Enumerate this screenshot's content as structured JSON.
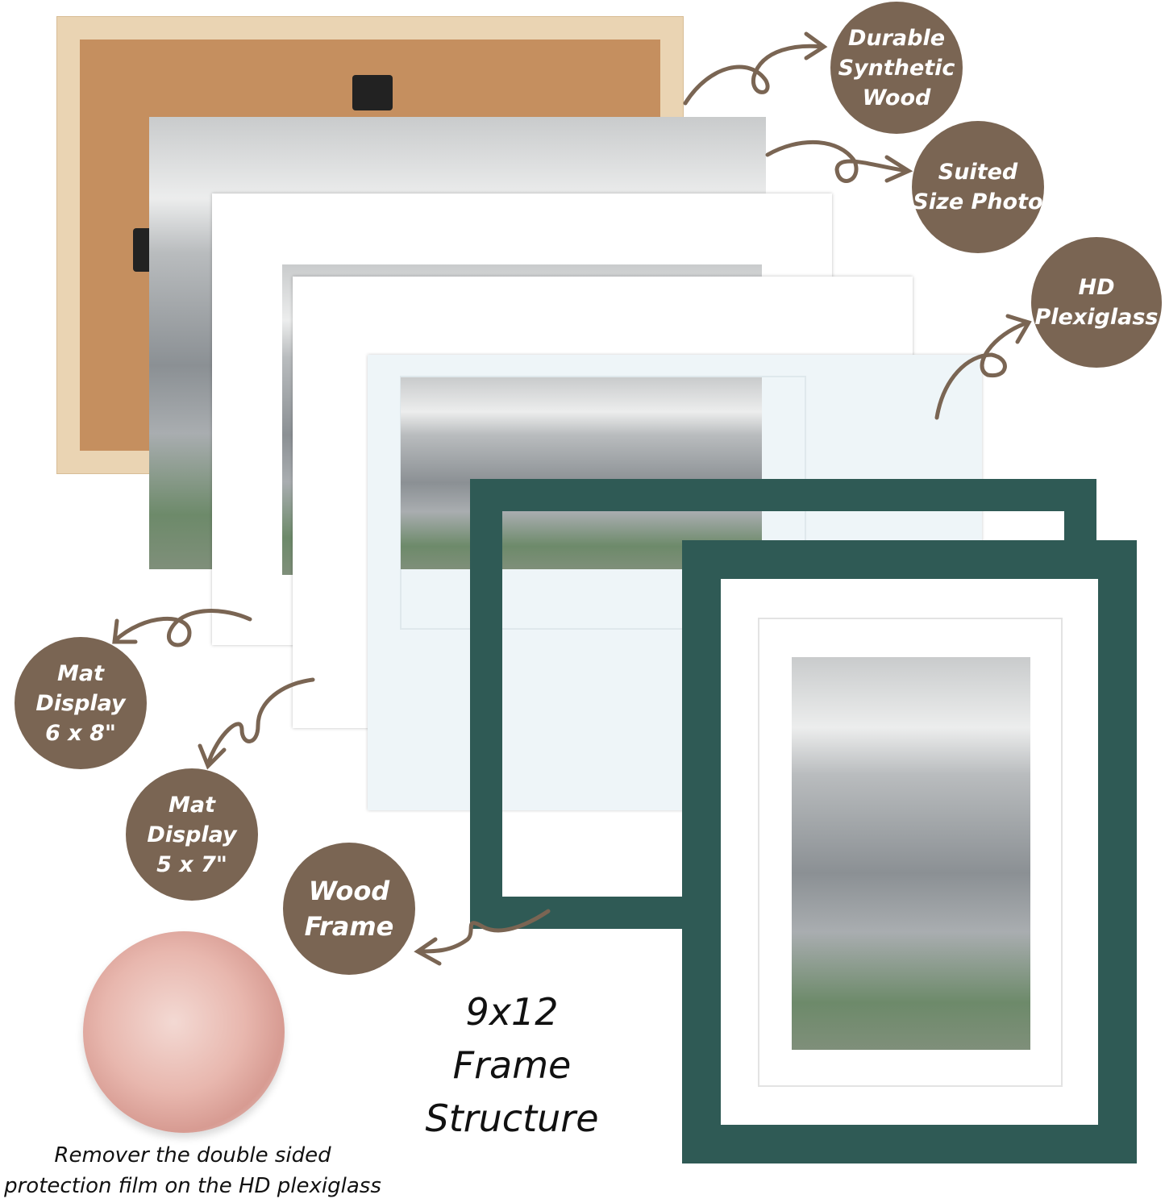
{
  "colors": {
    "badge": "#7a6553",
    "frame": "#2f5a55",
    "backboard_border": "#ead4b3",
    "cork": "#c58f5f",
    "plexiglass": "#eef5f8"
  },
  "layers": [
    {
      "name": "backboard",
      "label": "Durable Synthetic Wood"
    },
    {
      "name": "photo",
      "label": "Suited Size Photo"
    },
    {
      "name": "mat-6x8",
      "label": "Mat Display 6 x 8\""
    },
    {
      "name": "mat-5x7",
      "label": "Mat Display 5 x 7\""
    },
    {
      "name": "plexiglass",
      "label": "HD Plexiglass"
    },
    {
      "name": "wood-frame",
      "label": "Wood Frame"
    }
  ],
  "badges": {
    "durable": [
      "Durable",
      "Synthetic",
      "Wood"
    ],
    "suited": [
      "Suited",
      "Size Photo"
    ],
    "hd": [
      "HD",
      "Plexiglass"
    ],
    "mat68": [
      "Mat",
      "Display",
      "6 x 8\""
    ],
    "mat57": [
      "Mat",
      "Display",
      "5 x 7\""
    ],
    "wood": [
      "Wood",
      "Frame"
    ]
  },
  "title": [
    "9x12",
    "Frame",
    "Structure"
  ],
  "note": [
    "Remover the double sided",
    "protection film on the HD plexiglass"
  ]
}
